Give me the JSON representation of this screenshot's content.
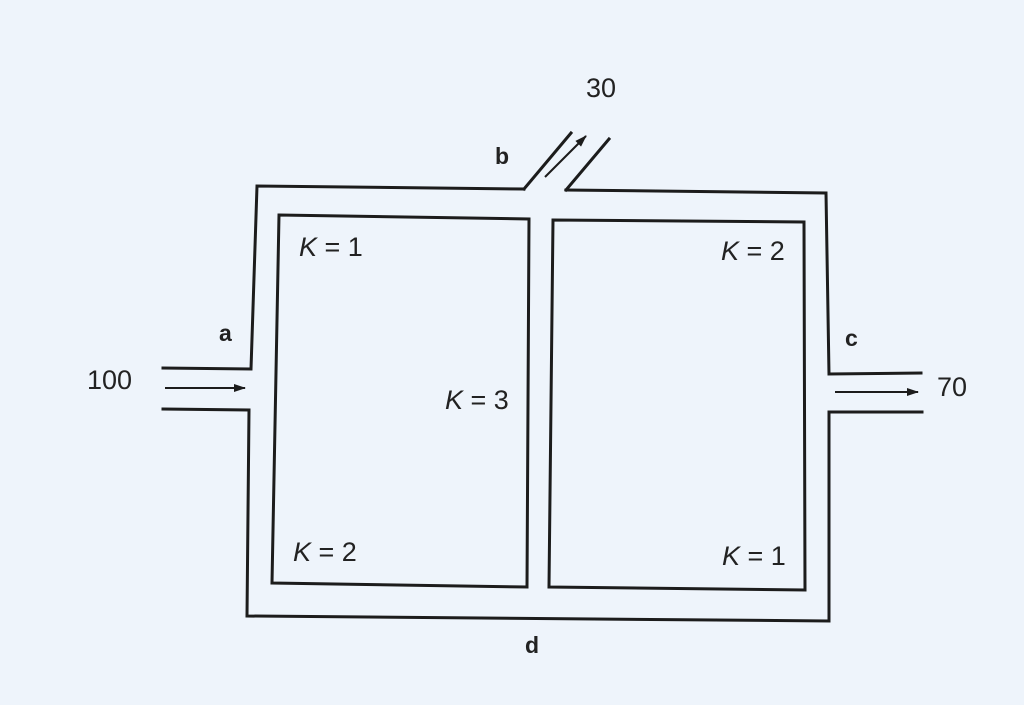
{
  "flows": {
    "inlet": "100",
    "outlet_top": "30",
    "outlet_right": "70"
  },
  "nodes": {
    "a": "a",
    "b": "b",
    "c": "c",
    "d": "d"
  },
  "resistances": {
    "top_left": {
      "var": "K",
      "eq": " = 1"
    },
    "bottom_left": {
      "var": "K",
      "eq": " = 2"
    },
    "middle": {
      "var": "K",
      "eq": " = 3"
    },
    "top_right": {
      "var": "K",
      "eq": " = 2"
    },
    "bottom_right": {
      "var": "K",
      "eq": " = 1"
    }
  },
  "colors": {
    "line": "#1c1c1c",
    "background": "#eef4fb"
  }
}
